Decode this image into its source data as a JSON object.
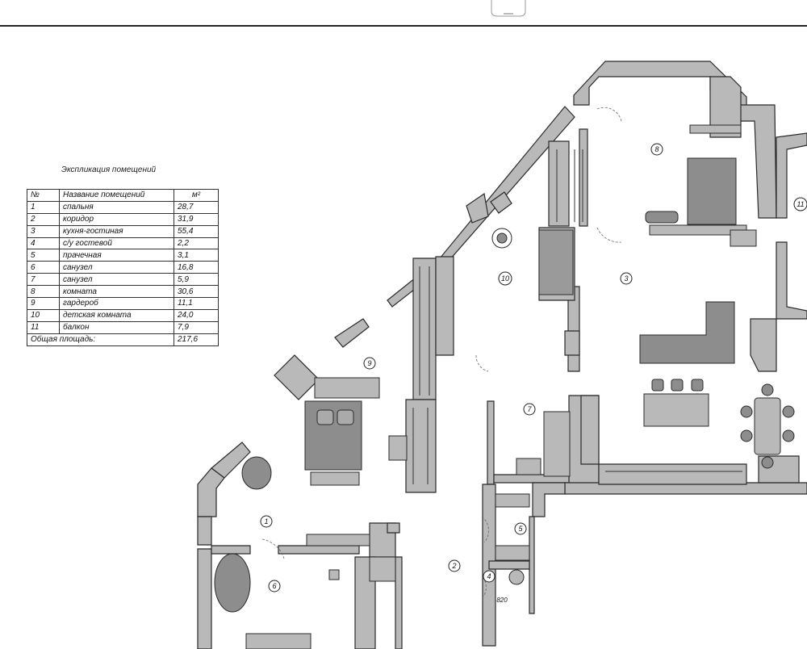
{
  "explication": {
    "title": "Экспликация помещений",
    "headers": {
      "num": "№",
      "name": "Название помещений",
      "area": "м²"
    },
    "rows": [
      {
        "num": "1",
        "name": "спальня",
        "area": "28,7"
      },
      {
        "num": "2",
        "name": "коридор",
        "area": "31,9"
      },
      {
        "num": "3",
        "name": "кухня-гостиная",
        "area": "55,4"
      },
      {
        "num": "4",
        "name": "с/у гостевой",
        "area": "2,2"
      },
      {
        "num": "5",
        "name": "прачечная",
        "area": "3,1"
      },
      {
        "num": "6",
        "name": "санузел",
        "area": "16,8"
      },
      {
        "num": "7",
        "name": "санузел",
        "area": "5,9"
      },
      {
        "num": "8",
        "name": "комната",
        "area": "30,6"
      },
      {
        "num": "9",
        "name": "гардероб",
        "area": "11,1"
      },
      {
        "num": "10",
        "name": "детская комната",
        "area": "24,0"
      },
      {
        "num": "11",
        "name": "балкон",
        "area": "7,9"
      }
    ],
    "total": {
      "label": "Общая площадь:",
      "area": "217,6"
    }
  },
  "room_markers": [
    "1",
    "2",
    "3",
    "4",
    "5",
    "6",
    "7",
    "8",
    "9",
    "10",
    "11"
  ],
  "equipment_label": "820",
  "colors": {
    "wall": "#b9b9b9",
    "wall_stroke": "#2a2a2a",
    "furniture": "#8d8d8d",
    "line": "#222222"
  }
}
